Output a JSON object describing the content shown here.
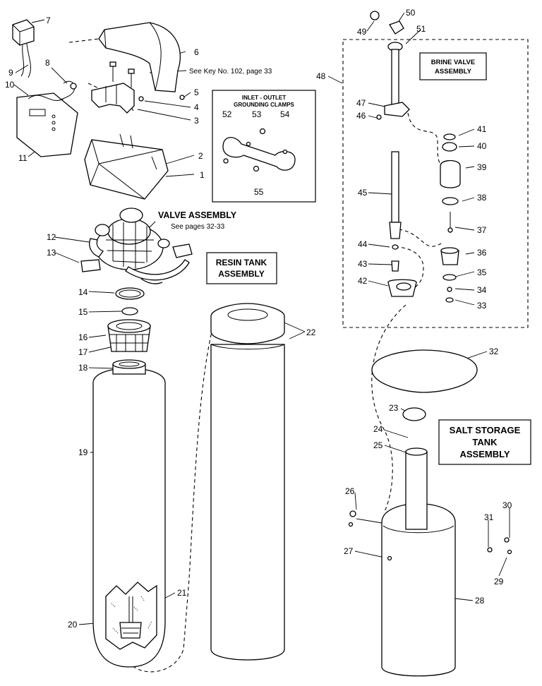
{
  "titles": {
    "valve_assembly": "VALVE ASSEMBLY",
    "valve_pages": "See pages 32-33",
    "see_key": "See Key No. 102, page 33",
    "clamps_line1": "INLET - OUTLET",
    "clamps_line2": "GROUNDING CLAMPS",
    "brine_line1": "BRINE VALVE",
    "brine_line2": "ASSEMBLY",
    "resin_line1": "RESIN TANK",
    "resin_line2": "ASSEMBLY",
    "salt_line1": "SALT STORAGE",
    "salt_line2": "TANK",
    "salt_line3": "ASSEMBLY"
  },
  "callouts": [
    "1",
    "2",
    "3",
    "4",
    "5",
    "6",
    "7",
    "8",
    "9",
    "10",
    "11",
    "12",
    "13",
    "14",
    "15",
    "16",
    "17",
    "18",
    "19",
    "20",
    "21",
    "22",
    "23",
    "24",
    "25",
    "26",
    "27",
    "28",
    "29",
    "30",
    "31",
    "32",
    "33",
    "34",
    "35",
    "36",
    "37",
    "38",
    "39",
    "40",
    "41",
    "42",
    "43",
    "44",
    "45",
    "46",
    "47",
    "48",
    "49",
    "50",
    "51",
    "52",
    "53",
    "54",
    "55"
  ]
}
